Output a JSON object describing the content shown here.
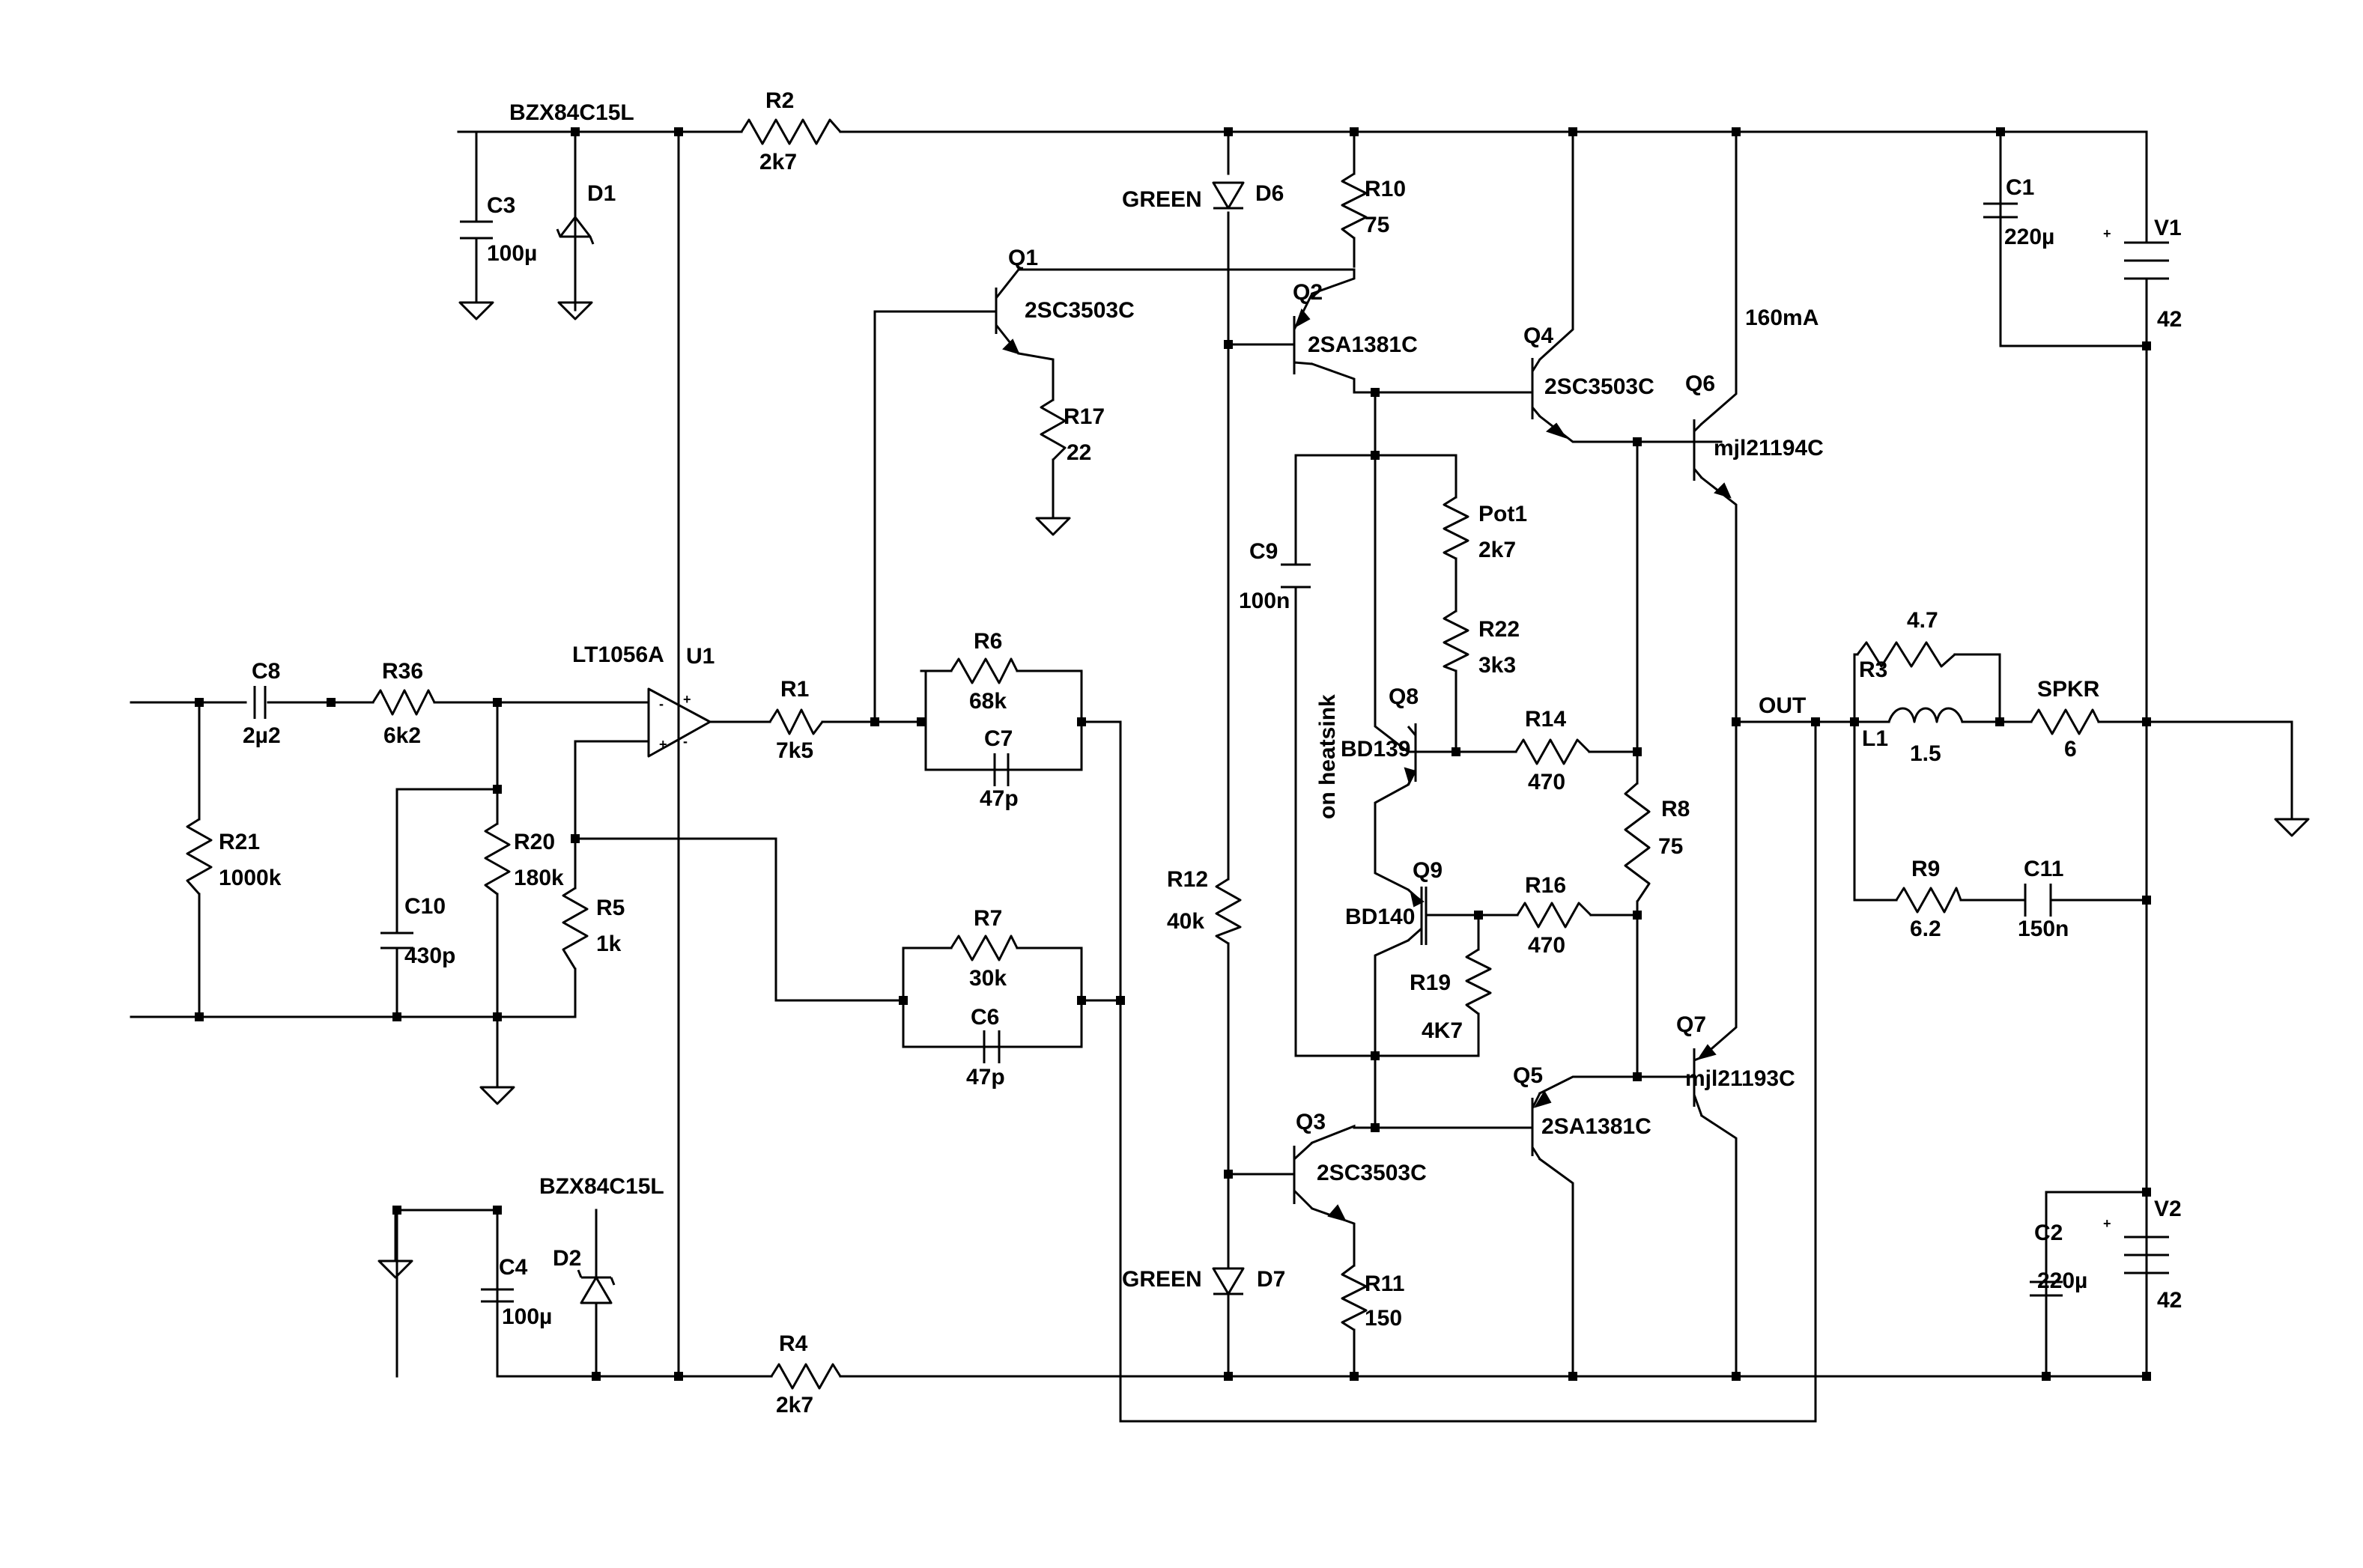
{
  "components": {
    "d1_type": "BZX84C15L",
    "d1": "D1",
    "d2_type": "BZX84C15L",
    "d2": "D2",
    "c3": "C3",
    "c3_val": "100µ",
    "c4": "C4",
    "c4_val": "100µ",
    "r2": "R2",
    "r2_val": "2k7",
    "r4": "R4",
    "r4_val": "2k7",
    "d6_color": "GREEN",
    "d6": "D6",
    "d7_color": "GREEN",
    "d7": "D7",
    "r10": "R10",
    "r10_val": "75",
    "r11": "R11",
    "r11_val": "150",
    "q1": "Q1",
    "q1_type": "2SC3503C",
    "q2": "Q2",
    "q2_type": "2SA1381C",
    "q3": "Q3",
    "q3_type": "2SC3503C",
    "q4": "Q4",
    "q4_type": "2SC3503C",
    "q5": "Q5",
    "q5_type": "2SA1381C",
    "q6": "Q6",
    "q6_type": "mjl21194C",
    "q7": "Q7",
    "q7_type": "mjl21193C",
    "q8": "Q8",
    "q8_type": "BD139",
    "q9": "Q9",
    "q9_type": "BD140",
    "r17": "R17",
    "r17_val": "22",
    "c8": "C8",
    "c8_val": "2µ2",
    "r36": "R36",
    "r36_val": "6k2",
    "r21": "R21",
    "r21_val": "1000k",
    "r20": "R20",
    "r20_val": "180k",
    "c10": "C10",
    "c10_val": "430p",
    "r5": "R5",
    "r5_val": "1k",
    "u1_type": "LT1056A",
    "u1": "U1",
    "r1": "R1",
    "r1_val": "7k5",
    "r6": "R6",
    "r6_val": "68k",
    "c7": "C7",
    "c7_val": "47p",
    "r7": "R7",
    "r7_val": "30k",
    "c6": "C6",
    "c6_val": "47p",
    "c9": "C9",
    "c9_val": "100n",
    "pot1": "Pot1",
    "pot1_val": "2k7",
    "r22": "R22",
    "r22_val": "3k3",
    "heatsink": "on heatsink",
    "r14": "R14",
    "r14_val": "470",
    "r16": "R16",
    "r16_val": "470",
    "r19": "R19",
    "r19_val": "4K7",
    "r8": "R8",
    "r8_val": "75",
    "r12": "R12",
    "r12_val": "40k",
    "c1": "C1",
    "c1_val": "220µ",
    "c2": "C2",
    "c2_val": "220µ",
    "v1": "V1",
    "v1_val": "42",
    "v2": "V2",
    "v2_val": "42",
    "bias": "160mA",
    "out": "OUT",
    "r3": "R3",
    "r3_val": "4.7",
    "l1": "L1",
    "l1_val": "1.5",
    "spkr": "SPKR",
    "spkr_val": "6",
    "r9": "R9",
    "r9_val": "6.2",
    "c11": "C11",
    "c11_val": "150n"
  }
}
